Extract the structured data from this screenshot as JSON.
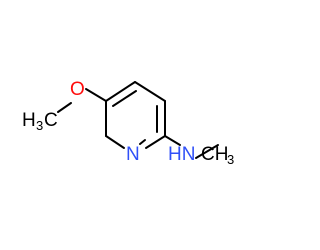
{
  "molecule": {
    "atoms": {
      "oxygen": "O",
      "ring_nitrogen": "N",
      "methyl_left": "H",
      "methyl_left_sub": "3",
      "methyl_left_c": "C",
      "amine_nh": "HN",
      "methyl_right_c": "CH",
      "methyl_right_sub": "3"
    },
    "colors": {
      "bond": "#000000",
      "oxygen": "#ff0d0d",
      "nitrogen": "#3050f8",
      "carbon": "#000000"
    }
  }
}
